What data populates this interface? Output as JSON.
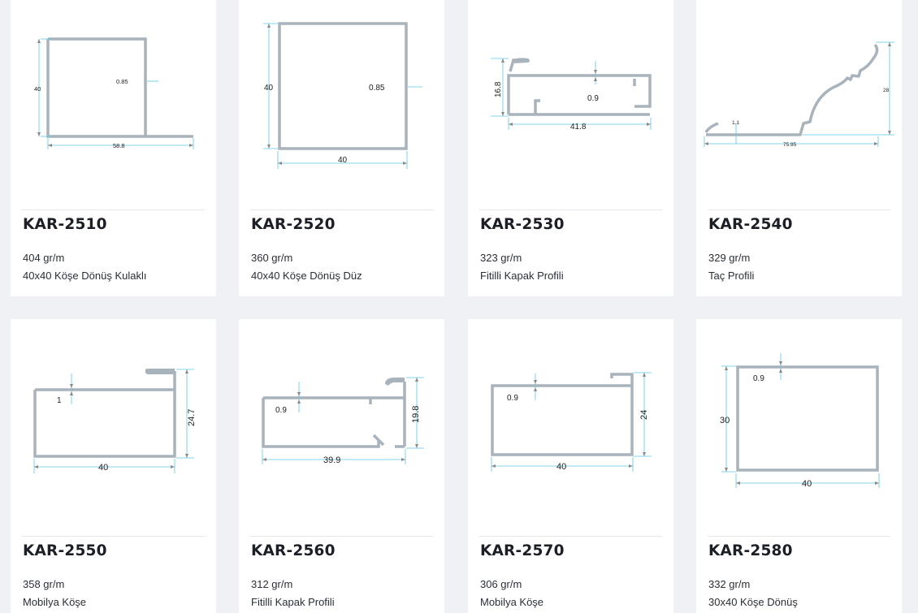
{
  "colors": {
    "profile": "#a9b3bc",
    "dimension": "#5bc8e0",
    "text": "#1c1f26",
    "card": "#ffffff",
    "background": "#eff1f4"
  },
  "products": [
    {
      "code": "KAR-2510",
      "weight": "404 gr/m",
      "description": "40x40 Köşe Dönüş Kulaklı",
      "dims": {
        "height": "40",
        "wall": "0.85",
        "width": "58.8"
      }
    },
    {
      "code": "KAR-2520",
      "weight": "360 gr/m",
      "description": "40x40 Köşe Dönüş Düz",
      "dims": {
        "height": "40",
        "wall": "0.85",
        "width": "40"
      }
    },
    {
      "code": "KAR-2530",
      "weight": "323 gr/m",
      "description": "Fitilli Kapak Profili",
      "dims": {
        "height": "16.8",
        "wall": "0.9",
        "width": "41.8"
      }
    },
    {
      "code": "KAR-2540",
      "weight": "329 gr/m",
      "description": "Taç Profili",
      "dims": {
        "wall": "1.1",
        "height": "28",
        "width": "75.95"
      }
    },
    {
      "code": "KAR-2550",
      "weight": "358 gr/m",
      "description": "Mobilya Köşe",
      "dims": {
        "wall": "1",
        "height": "24.7",
        "width": "40"
      }
    },
    {
      "code": "KAR-2560",
      "weight": "312 gr/m",
      "description": "Fitilli Kapak Profili",
      "dims": {
        "wall": "0.9",
        "height": "19.8",
        "width": "39.9"
      }
    },
    {
      "code": "KAR-2570",
      "weight": "306 gr/m",
      "description": "Mobilya Köşe",
      "dims": {
        "wall": "0.9",
        "height": "24",
        "width": "40"
      }
    },
    {
      "code": "KAR-2580",
      "weight": "332 gr/m",
      "description": "30x40 Köşe Dönüş",
      "dims": {
        "wall": "0.9",
        "height": "30",
        "width": "40"
      }
    }
  ]
}
